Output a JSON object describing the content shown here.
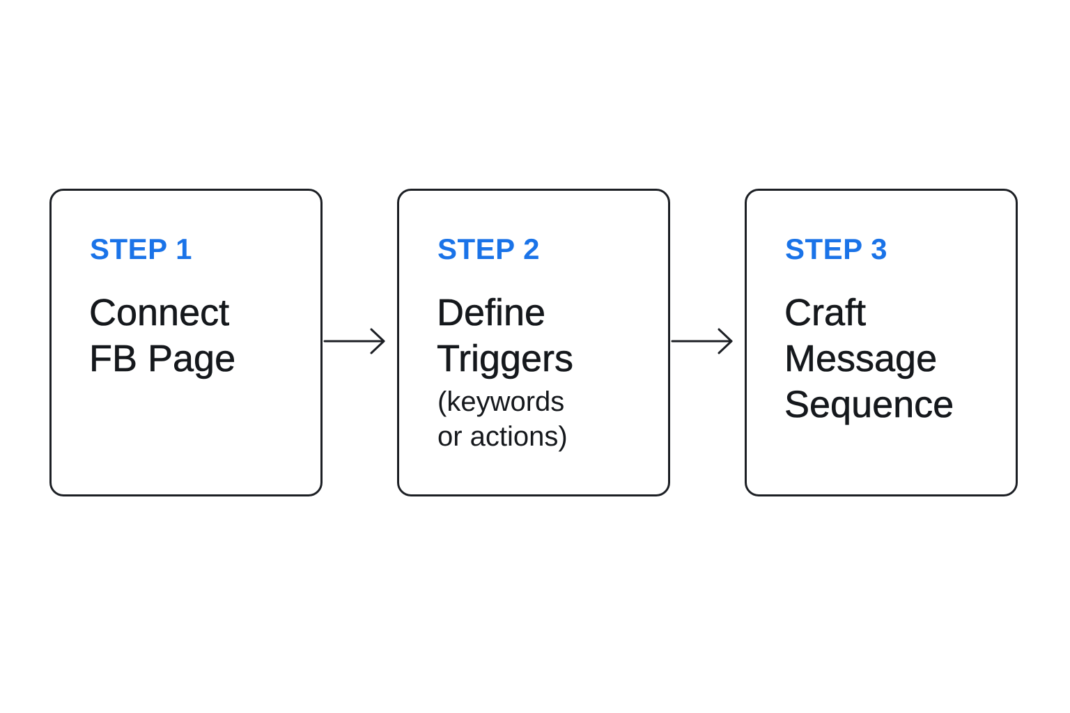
{
  "steps": [
    {
      "label": "STEP 1",
      "title": "Connect\nFB Page",
      "subtitle": ""
    },
    {
      "label": "STEP 2",
      "title": "Define\nTriggers",
      "subtitle": "(keywords\nor actions)"
    },
    {
      "label": "STEP 3",
      "title": "Craft\nMessage\nSequence",
      "subtitle": ""
    }
  ],
  "colors": {
    "accent": "#1a73e8",
    "text": "#15181c",
    "border": "#1c1f24",
    "background": "#ffffff"
  },
  "icons": {
    "connector": "arrow-right-icon"
  }
}
